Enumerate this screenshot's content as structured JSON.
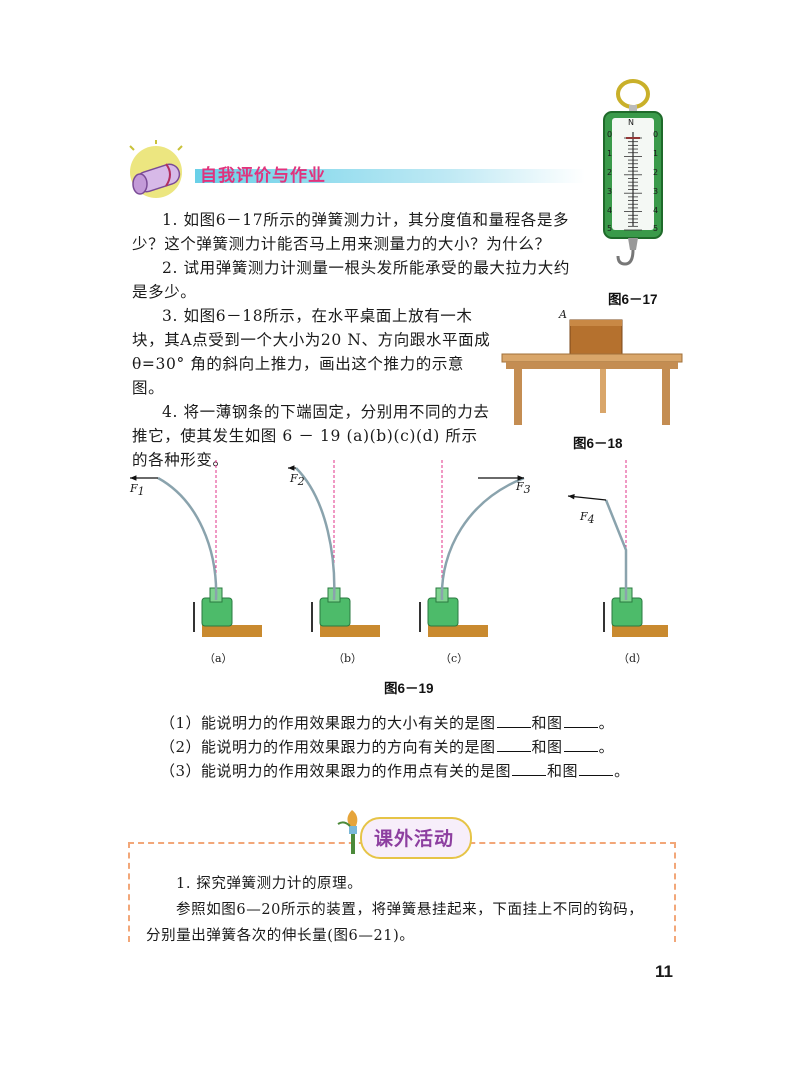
{
  "section_title": "自我评价与作业",
  "exercises": {
    "q1_line1": "1. 如图6－17所示的弹簧测力计，其分度值和量程各是多",
    "q1_line2": "少？这个弹簧测力计能否马上用来测量力的大小？为什么？",
    "q2_line1": "2. 试用弹簧测力计测量一根头发所能承受的最大拉力大约",
    "q2_line2": "是多少。",
    "q3_line1": "3. 如图6－18所示，在水平桌面上放有一木",
    "q3_line2": "块，其A点受到一个大小为20 N、方向跟水平面成",
    "q3_line3": "θ=30° 角的斜向上推力，画出这个推力的示意图。",
    "q4_line1": "4. 将一薄钢条的下端固定，分别用不同的力去",
    "q4_line2": "推它，使其发生如图 6 － 19 (a)(b)(c)(d) 所示",
    "q4_line3": "的各种形变。"
  },
  "fig617": {
    "caption": "图6－17",
    "unit": "N",
    "ticks": [
      "0",
      "1",
      "2",
      "3",
      "4",
      "5"
    ]
  },
  "fig618": {
    "caption": "图6－18",
    "point_label": "A"
  },
  "fig619": {
    "caption": "图6－19",
    "panels": [
      {
        "force": "F",
        "sub": "1",
        "label": "（a）"
      },
      {
        "force": "F",
        "sub": "2",
        "label": "（b）"
      },
      {
        "force": "F",
        "sub": "3",
        "label": "（c）"
      },
      {
        "force": "F",
        "sub": "4",
        "label": "（d）"
      }
    ]
  },
  "questions": {
    "q1_a": "（1）能说明力的作用效果跟力的大小有关的是图",
    "q1_b": "和图",
    "q1_c": "。",
    "q2_a": "（2）能说明力的作用效果跟力的方向有关的是图",
    "q2_b": "和图",
    "q2_c": "。",
    "q3_a": "（3）能说明力的作用效果跟力的作用点有关的是图",
    "q3_b": "和图",
    "q3_c": "。"
  },
  "activity": {
    "title": "课外活动",
    "line1": "1. 探究弹簧测力计的原理。",
    "line2": "参照如图6—20所示的装置，将弹簧悬挂起来，下面挂上不同的钩码，",
    "line3": "分别量出弹簧各次的伸长量(图6—21)。"
  },
  "page_number": "11"
}
